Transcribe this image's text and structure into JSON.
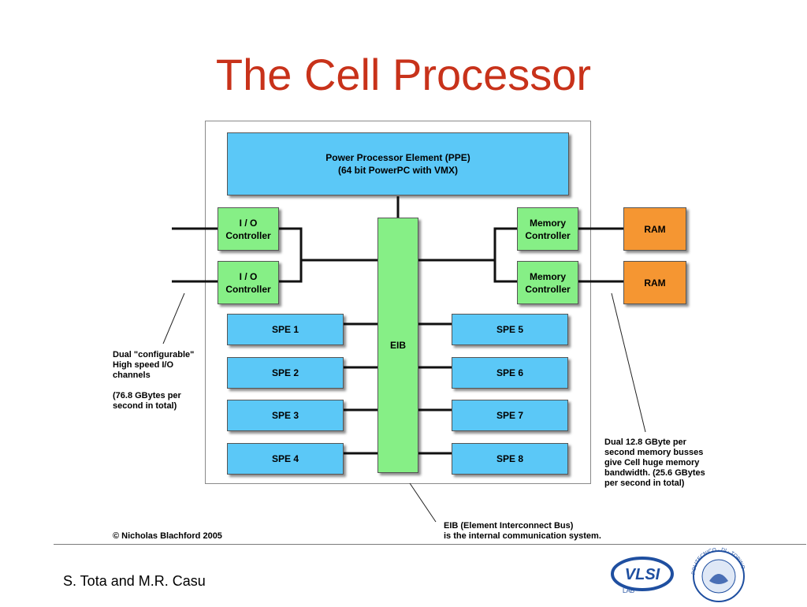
{
  "slide": {
    "title": "The Cell Processor",
    "authors": "S. Tota and M.R. Casu"
  },
  "diagram": {
    "ppe": {
      "line1": "Power Processor Element (PPE)",
      "line2": "(64 bit PowerPC with VMX)"
    },
    "io_controllers": [
      {
        "line1": "I / O",
        "line2": "Controller"
      },
      {
        "line1": "I / O",
        "line2": "Controller"
      }
    ],
    "memory_controllers": [
      {
        "line1": "Memory",
        "line2": "Controller"
      },
      {
        "line1": "Memory",
        "line2": "Controller"
      }
    ],
    "ram": [
      "RAM",
      "RAM"
    ],
    "eib": "EIB",
    "spes_left": [
      "SPE 1",
      "SPE 2",
      "SPE 3",
      "SPE 4"
    ],
    "spes_right": [
      "SPE 5",
      "SPE 6",
      "SPE 7",
      "SPE 8"
    ],
    "notes": {
      "io": "Dual \"configurable\"\nHigh speed I/O\nchannels\n\n(76.8 GBytes per\nsecond in total)",
      "memory": "Dual 12.8 GByte per\nsecond memory busses\ngive Cell huge memory\nbandwidth.  (25.6 GBytes\nper second in total)",
      "eib": "EIB (Element Interconnect Bus)\n is the internal communication system.",
      "copyright": "© Nicholas Blachford 2005"
    }
  },
  "logos": [
    {
      "name": "vlsi-lab-logo",
      "text": "VLSI",
      "sub": "LAB"
    },
    {
      "name": "politecnico-seal",
      "text": "POLITECNICO · DI · TORINO"
    }
  ],
  "colors": {
    "title": "#c8321a",
    "blue_block": "#5bc8f7",
    "green_block": "#86ef86",
    "ram": "#f59632"
  }
}
